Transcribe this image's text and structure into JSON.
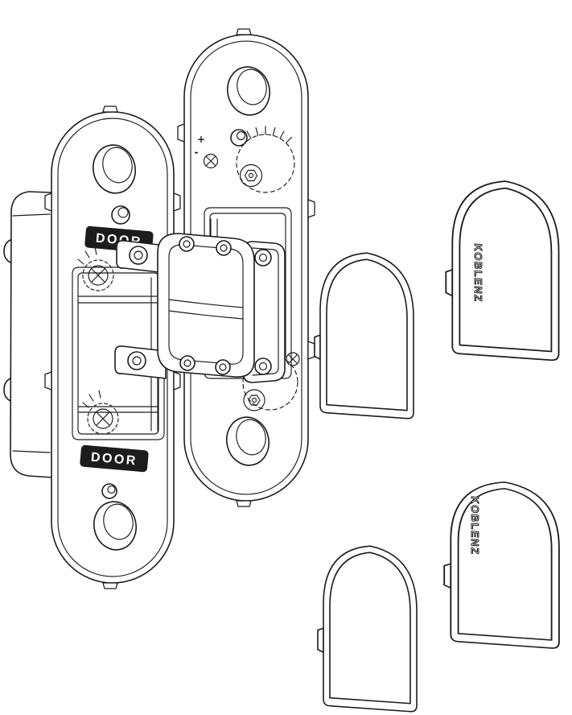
{
  "figure": {
    "background": "#ffffff",
    "line_color": "#1c1c1c",
    "labels": {
      "door_upper": "DOOR",
      "door_lower": "DOOR",
      "brand_upper": "KOBLENZ",
      "brand_lower": "KOBLENZ",
      "adjust_plus": "+",
      "adjust_minus": "-"
    }
  }
}
